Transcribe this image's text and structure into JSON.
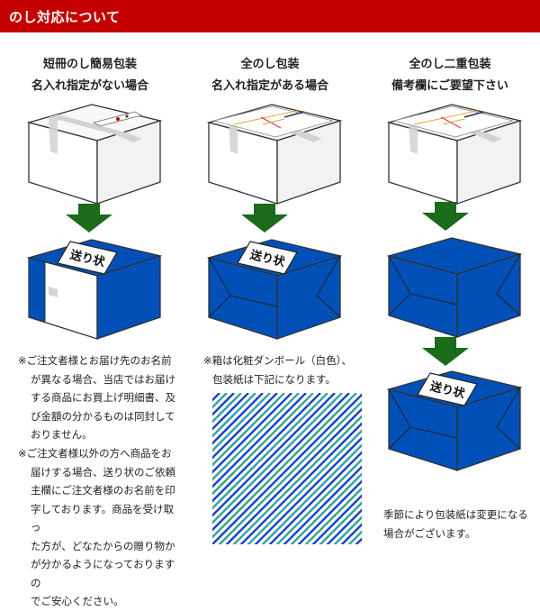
{
  "header": {
    "title": "のし対応について"
  },
  "columns": [
    {
      "title_line1": "短冊のし簡易包装",
      "title_line2": "名入れ指定がない場合"
    },
    {
      "title_line1": "全のし包装",
      "title_line2": "名入れ指定がある場合"
    },
    {
      "title_line1": "全のし二重包装",
      "title_line2": "備考欄にご要望下さい"
    }
  ],
  "box_label": "送り状",
  "notes": {
    "col1_note1": [
      "※ご注文者様とお届け先のお名前",
      "が異なる場合、当店ではお届け",
      "する商品にお買上げ明細書、及",
      "び金額の分かるものは同封して",
      "おりません。"
    ],
    "col1_note2": [
      "※ご注文者様以外の方へ商品をお",
      "届けする場合、送り状のご依頼",
      "主欄にご注文者様のお名前を印",
      "字しております。商品を受け取っ",
      "た方が、どなたからの贈り物か",
      "が分かるようになっておりますの",
      "でご安心ください。"
    ],
    "col2_note": [
      "※箱は化粧ダンボール（白色）、",
      "包装紙は下記になります。"
    ],
    "col3_note": [
      "季節により包装紙は変更になる",
      "場合がございます。"
    ]
  },
  "colors": {
    "header": "#c40000",
    "wrap_blue": "#0050b8",
    "arrow_green": "#1a6b1a",
    "stripe_blue": "#1c3fd1",
    "stripe_teal": "#2ca89a"
  }
}
